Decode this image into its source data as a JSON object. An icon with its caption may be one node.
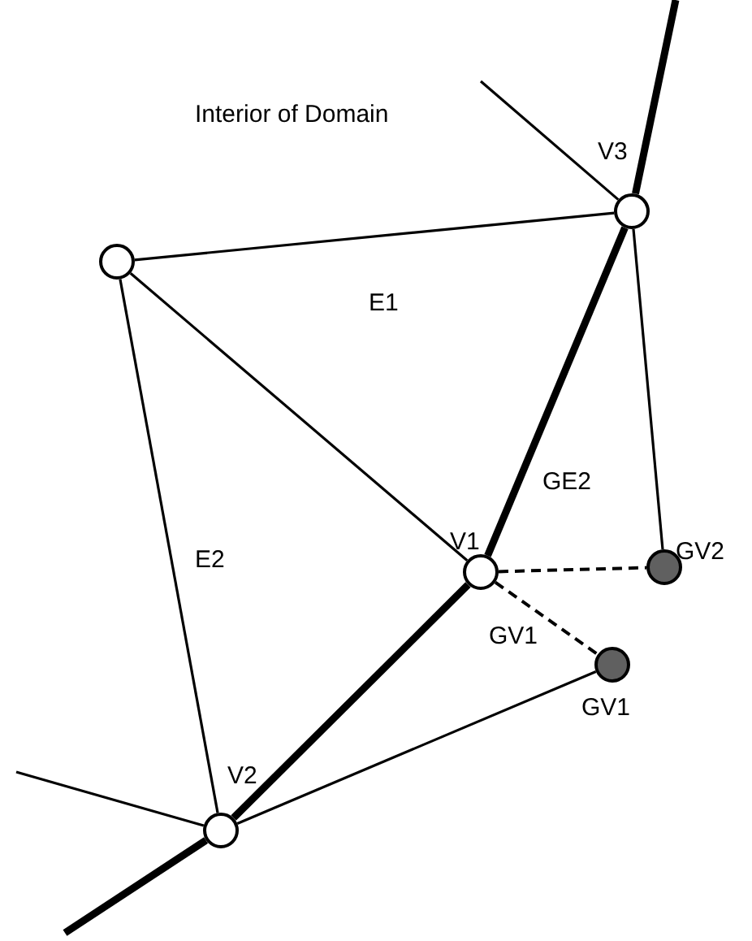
{
  "diagram": {
    "nodes": [
      {
        "text": [],
        "shape": "circle"
      },
      {
        "text": [],
        "shape": "circle",
        "beside": [
          "V3"
        ]
      },
      {
        "text": [],
        "shape": "circle",
        "beside": [
          "V1"
        ]
      },
      {
        "text": [],
        "shape": "circle",
        "beside": [
          "V2"
        ]
      },
      {
        "text": [],
        "shape": "circle",
        "beside": [
          "GV2"
        ]
      },
      {
        "text": [],
        "shape": "circle",
        "beside": [
          "GV1"
        ]
      }
    ],
    "edges": [
      {
        "from": 0,
        "to": 1,
        "arrow": "none"
      },
      {
        "from": 0,
        "to": 2,
        "arrow": "none"
      },
      {
        "from": 0,
        "to": 3,
        "arrow": "none"
      },
      {
        "from": 1,
        "to": 2,
        "arrow": "none",
        "style": "thick"
      },
      {
        "from": 2,
        "to": 3,
        "arrow": "none",
        "style": "thick"
      },
      {
        "from": 1,
        "to": 4,
        "arrow": "none"
      },
      {
        "from": 2,
        "to": 4,
        "arrow": "none",
        "style": "dashed"
      },
      {
        "from": 2,
        "to": 5,
        "arrow": "none",
        "style": "dashed"
      },
      {
        "from": 3,
        "to": 5,
        "arrow": "none"
      },
      {
        "from": null,
        "to": 1,
        "arrow": "none"
      },
      {
        "from": null,
        "to": 1,
        "arrow": "none",
        "style": "thick"
      },
      {
        "from": null,
        "to": 3,
        "arrow": "none",
        "style": "thick"
      },
      {
        "from": null,
        "to": 3,
        "arrow": "none"
      }
    ],
    "labels": [
      "Interior of Domain",
      "E1",
      "E2",
      "GE2",
      "GV1"
    ]
  }
}
